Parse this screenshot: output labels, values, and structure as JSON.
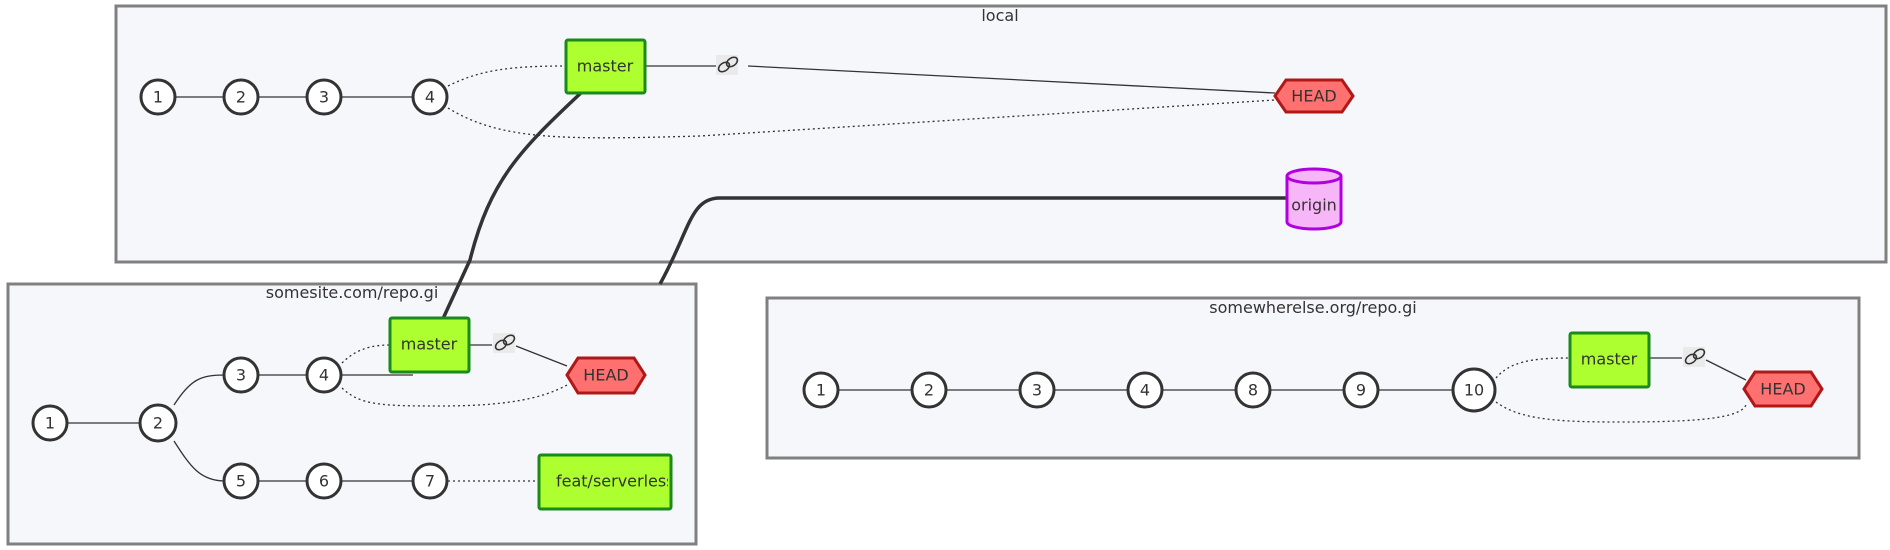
{
  "clusters": {
    "local": {
      "title": "local",
      "commits": [
        "1",
        "2",
        "3",
        "4"
      ],
      "branch": "master",
      "head": "HEAD",
      "remote": "origin"
    },
    "somesite": {
      "title": "somesite.com/repo.gi",
      "commits": [
        "1",
        "2",
        "3",
        "4",
        "5",
        "6",
        "7"
      ],
      "branch": "master",
      "feature_branch": "feat/serverless",
      "head": "HEAD"
    },
    "somewherelse": {
      "title": "somewherelse.org/repo.gi",
      "commits": [
        "1",
        "2",
        "3",
        "4",
        "8",
        "9",
        "10"
      ],
      "branch": "master",
      "head": "HEAD"
    }
  },
  "icons": {
    "symlink": "link-icon"
  },
  "colors": {
    "cluster_fill": "#f6f7fb",
    "cluster_stroke": "#808080",
    "branch_fill": "#adff2f",
    "branch_stroke": "#1a8a1a",
    "head_fill": "#ff7070",
    "head_stroke": "#b01818",
    "remote_fill": "#f7b6f7",
    "remote_stroke": "#b000e0"
  }
}
